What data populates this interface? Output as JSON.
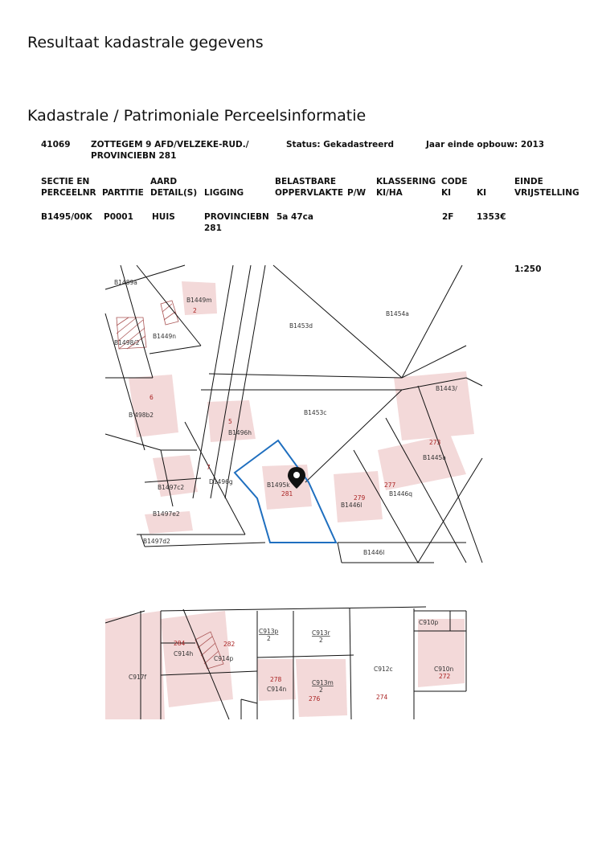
{
  "page_title": "Resultaat kadastrale gegevens",
  "section_title": "Kadastrale / Patrimoniale Perceelsinformatie",
  "info": {
    "code": "41069",
    "afdeling_line1": "ZOTTEGEM 9 AFD/VELZEKE-RUD./",
    "afdeling_line2": "PROVINCIEBN 281",
    "status": "Status: Gekadastreerd",
    "jaar": "Jaar einde opbouw: 2013"
  },
  "table": {
    "headers": {
      "sectie_1": "SECTIE EN",
      "sectie_2": "PERCEELNR",
      "partitie": "PARTITIE",
      "aard_1": "AARD",
      "aard_2": "DETAIL(S)",
      "ligging": "LIGGING",
      "belastbare_1": "BELASTBARE",
      "belastbare_2": "OPPERVLAKTE",
      "pw": "P/W",
      "klassering_1": "KLASSERING",
      "klassering_2": "KI/HA",
      "code_1": "CODE",
      "code_2": "KI",
      "ki": "KI",
      "einde_1": "EINDE",
      "einde_2": "VRIJSTELLING"
    },
    "row": {
      "perceelnr": "B1495/00K",
      "partitie": "P0001",
      "aard": "HUIS",
      "ligging_1": "PROVINCIEBN",
      "ligging_2": "281",
      "oppervlakte": "5a 47ca",
      "code": "2F",
      "ki": "1353€"
    }
  },
  "map": {
    "scale": "1:250",
    "labels_upper": [
      "B1489a",
      "B1449m",
      "2",
      "B1498/2",
      "B1449n",
      "B1453d",
      "B1454a",
      "6",
      "B'498b2",
      "B1453c",
      "B1443/",
      "5",
      "B1496h",
      "273",
      "B1445a",
      "7",
      "D1496g",
      "B1497c2",
      "B1495k",
      "281",
      "279",
      "277",
      "B1446l",
      "B1446q",
      "B1497e2",
      "B1497d2",
      "B1446l"
    ],
    "labels_lower": [
      "C913p",
      "2",
      "C913r",
      "2",
      "C910p",
      "284",
      "282",
      "C914h",
      "C914p",
      "C917f",
      "C912c",
      "C910n",
      "272",
      "278",
      "C914n",
      "C913m",
      "2",
      "276",
      "274"
    ]
  }
}
